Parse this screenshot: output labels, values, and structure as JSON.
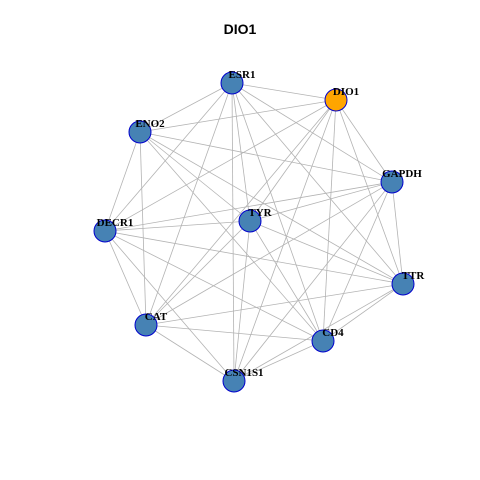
{
  "title": "DIO1",
  "colors": {
    "node_default": "#4682B4",
    "node_highlight": "#FFA500",
    "node_stroke": "#0000CD",
    "edge": "#B3B3B3"
  },
  "nodes": [
    {
      "id": "ESR1",
      "label": "ESR1",
      "highlight": false
    },
    {
      "id": "DIO1",
      "label": "DIO1",
      "highlight": true
    },
    {
      "id": "ENO2",
      "label": "ENO2",
      "highlight": false
    },
    {
      "id": "GAPDH",
      "label": "GAPDH",
      "highlight": false
    },
    {
      "id": "TYR",
      "label": "TYR",
      "highlight": false
    },
    {
      "id": "DECR1",
      "label": "DECR1",
      "highlight": false
    },
    {
      "id": "TTR",
      "label": "TTR",
      "highlight": false
    },
    {
      "id": "CAT",
      "label": "CAT",
      "highlight": false
    },
    {
      "id": "CD4",
      "label": "CD4",
      "highlight": false
    },
    {
      "id": "CSN1S1",
      "label": "CSN1S1",
      "highlight": false
    }
  ],
  "edges": [
    [
      "ESR1",
      "DIO1"
    ],
    [
      "ESR1",
      "ENO2"
    ],
    [
      "ESR1",
      "GAPDH"
    ],
    [
      "ESR1",
      "TTR"
    ],
    [
      "ESR1",
      "CD4"
    ],
    [
      "ESR1",
      "CSN1S1"
    ],
    [
      "ESR1",
      "DECR1"
    ],
    [
      "ESR1",
      "CAT"
    ],
    [
      "ESR1",
      "TYR"
    ],
    [
      "DIO1",
      "ENO2"
    ],
    [
      "DIO1",
      "GAPDH"
    ],
    [
      "DIO1",
      "TTR"
    ],
    [
      "DIO1",
      "CD4"
    ],
    [
      "DIO1",
      "CSN1S1"
    ],
    [
      "DIO1",
      "CAT"
    ],
    [
      "DIO1",
      "TYR"
    ],
    [
      "DIO1",
      "DECR1"
    ],
    [
      "ENO2",
      "GAPDH"
    ],
    [
      "ENO2",
      "DECR1"
    ],
    [
      "ENO2",
      "CAT"
    ],
    [
      "ENO2",
      "CD4"
    ],
    [
      "ENO2",
      "TTR"
    ],
    [
      "ENO2",
      "TYR"
    ],
    [
      "GAPDH",
      "DECR1"
    ],
    [
      "GAPDH",
      "TTR"
    ],
    [
      "GAPDH",
      "CSN1S1"
    ],
    [
      "GAPDH",
      "CAT"
    ],
    [
      "GAPDH",
      "CD4"
    ],
    [
      "GAPDH",
      "TYR"
    ],
    [
      "DECR1",
      "CAT"
    ],
    [
      "DECR1",
      "CD4"
    ],
    [
      "DECR1",
      "CSN1S1"
    ],
    [
      "DECR1",
      "TTR"
    ],
    [
      "DECR1",
      "TYR"
    ],
    [
      "TYR",
      "CAT"
    ],
    [
      "TYR",
      "CSN1S1"
    ],
    [
      "TYR",
      "CD4"
    ],
    [
      "TYR",
      "TTR"
    ],
    [
      "CAT",
      "CSN1S1"
    ],
    [
      "CAT",
      "CD4"
    ],
    [
      "CAT",
      "TTR"
    ],
    [
      "CSN1S1",
      "CD4"
    ],
    [
      "CSN1S1",
      "TTR"
    ],
    [
      "CD4",
      "TTR"
    ]
  ]
}
